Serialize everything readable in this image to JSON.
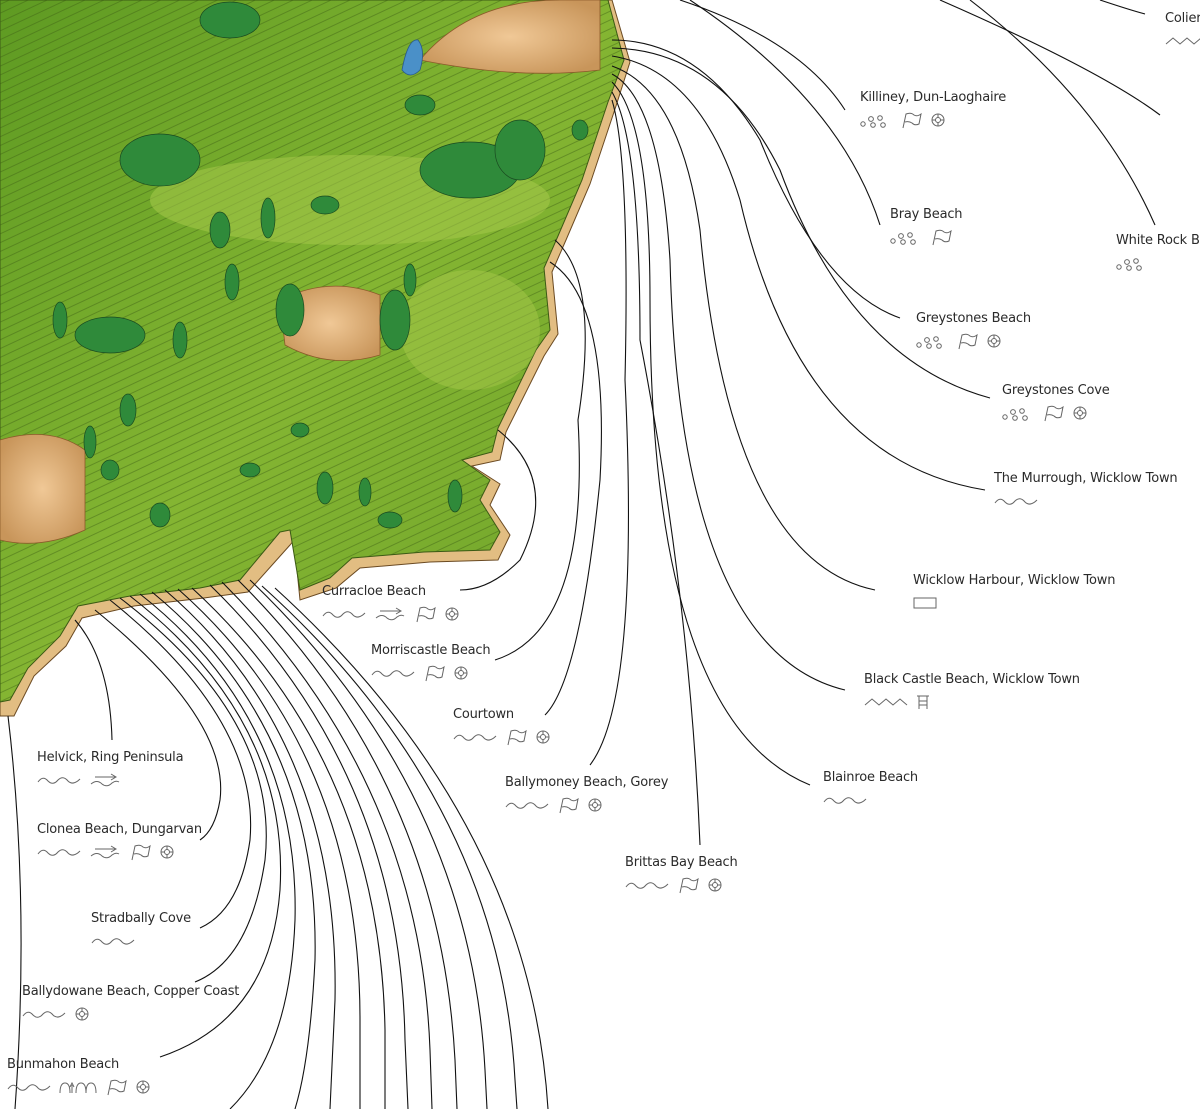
{
  "map": {
    "colors": {
      "land": "#6fa32a",
      "land_light": "#9cc23d",
      "hill": "#d9a870",
      "tree": "#2f8a3a",
      "cliff": "#e6c48a",
      "lake": "#4a90c8",
      "line": "#111111",
      "icon": "#666666"
    }
  },
  "beaches": [
    {
      "name": "Colier",
      "icons": [
        "zigzag-icon"
      ]
    },
    {
      "name": "Killiney, Dun-Laoghaire",
      "icons": [
        "pebbles-icon",
        "flag-icon",
        "lifebuoy-icon"
      ]
    },
    {
      "name": "Bray Beach",
      "icons": [
        "pebbles-icon",
        "flag-icon"
      ]
    },
    {
      "name": "White Rock Be",
      "icons": [
        "pebbles-icon"
      ]
    },
    {
      "name": "Greystones Beach",
      "icons": [
        "pebbles-icon",
        "flag-icon",
        "lifebuoy-icon"
      ]
    },
    {
      "name": "Greystones Cove",
      "icons": [
        "pebbles-icon",
        "flag-icon",
        "lifebuoy-icon"
      ]
    },
    {
      "name": "The Murrough, Wicklow Town",
      "icons": [
        "wave-icon"
      ]
    },
    {
      "name": "Wicklow Harbour, Wicklow Town",
      "icons": [
        "harbour-icon"
      ]
    },
    {
      "name": "Black Castle Beach, Wicklow Town",
      "icons": [
        "zigzag-icon",
        "ladder-icon"
      ]
    },
    {
      "name": "Blainroe Beach",
      "icons": [
        "wave-icon"
      ]
    },
    {
      "name": "Brittas Bay Beach",
      "icons": [
        "wave-icon",
        "flag-icon",
        "lifebuoy-icon"
      ]
    },
    {
      "name": "Ballymoney Beach, Gorey",
      "icons": [
        "wave-icon",
        "flag-icon",
        "lifebuoy-icon"
      ]
    },
    {
      "name": "Courtown",
      "icons": [
        "wave-icon",
        "flag-icon",
        "lifebuoy-icon"
      ]
    },
    {
      "name": "Morriscastle Beach",
      "icons": [
        "wave-icon",
        "flag-icon",
        "lifebuoy-icon"
      ]
    },
    {
      "name": "Curracloe Beach",
      "icons": [
        "wave-icon",
        "surf-icon",
        "flag-icon",
        "lifebuoy-icon"
      ]
    },
    {
      "name": "Helvick, Ring Peninsula",
      "icons": [
        "wave-icon",
        "surf-icon"
      ]
    },
    {
      "name": "Clonea Beach, Dungarvan",
      "icons": [
        "wave-icon",
        "surf-icon",
        "flag-icon",
        "lifebuoy-icon"
      ]
    },
    {
      "name": "Stradbally Cove",
      "icons": [
        "wave-icon"
      ]
    },
    {
      "name": "Ballydowane Beach, Copper Coast",
      "icons": [
        "wave-icon",
        "lifebuoy-icon"
      ]
    },
    {
      "name": "Bunmahon Beach",
      "icons": [
        "wave-icon",
        "updraft-icon",
        "flag-icon",
        "lifebuoy-icon"
      ]
    }
  ]
}
